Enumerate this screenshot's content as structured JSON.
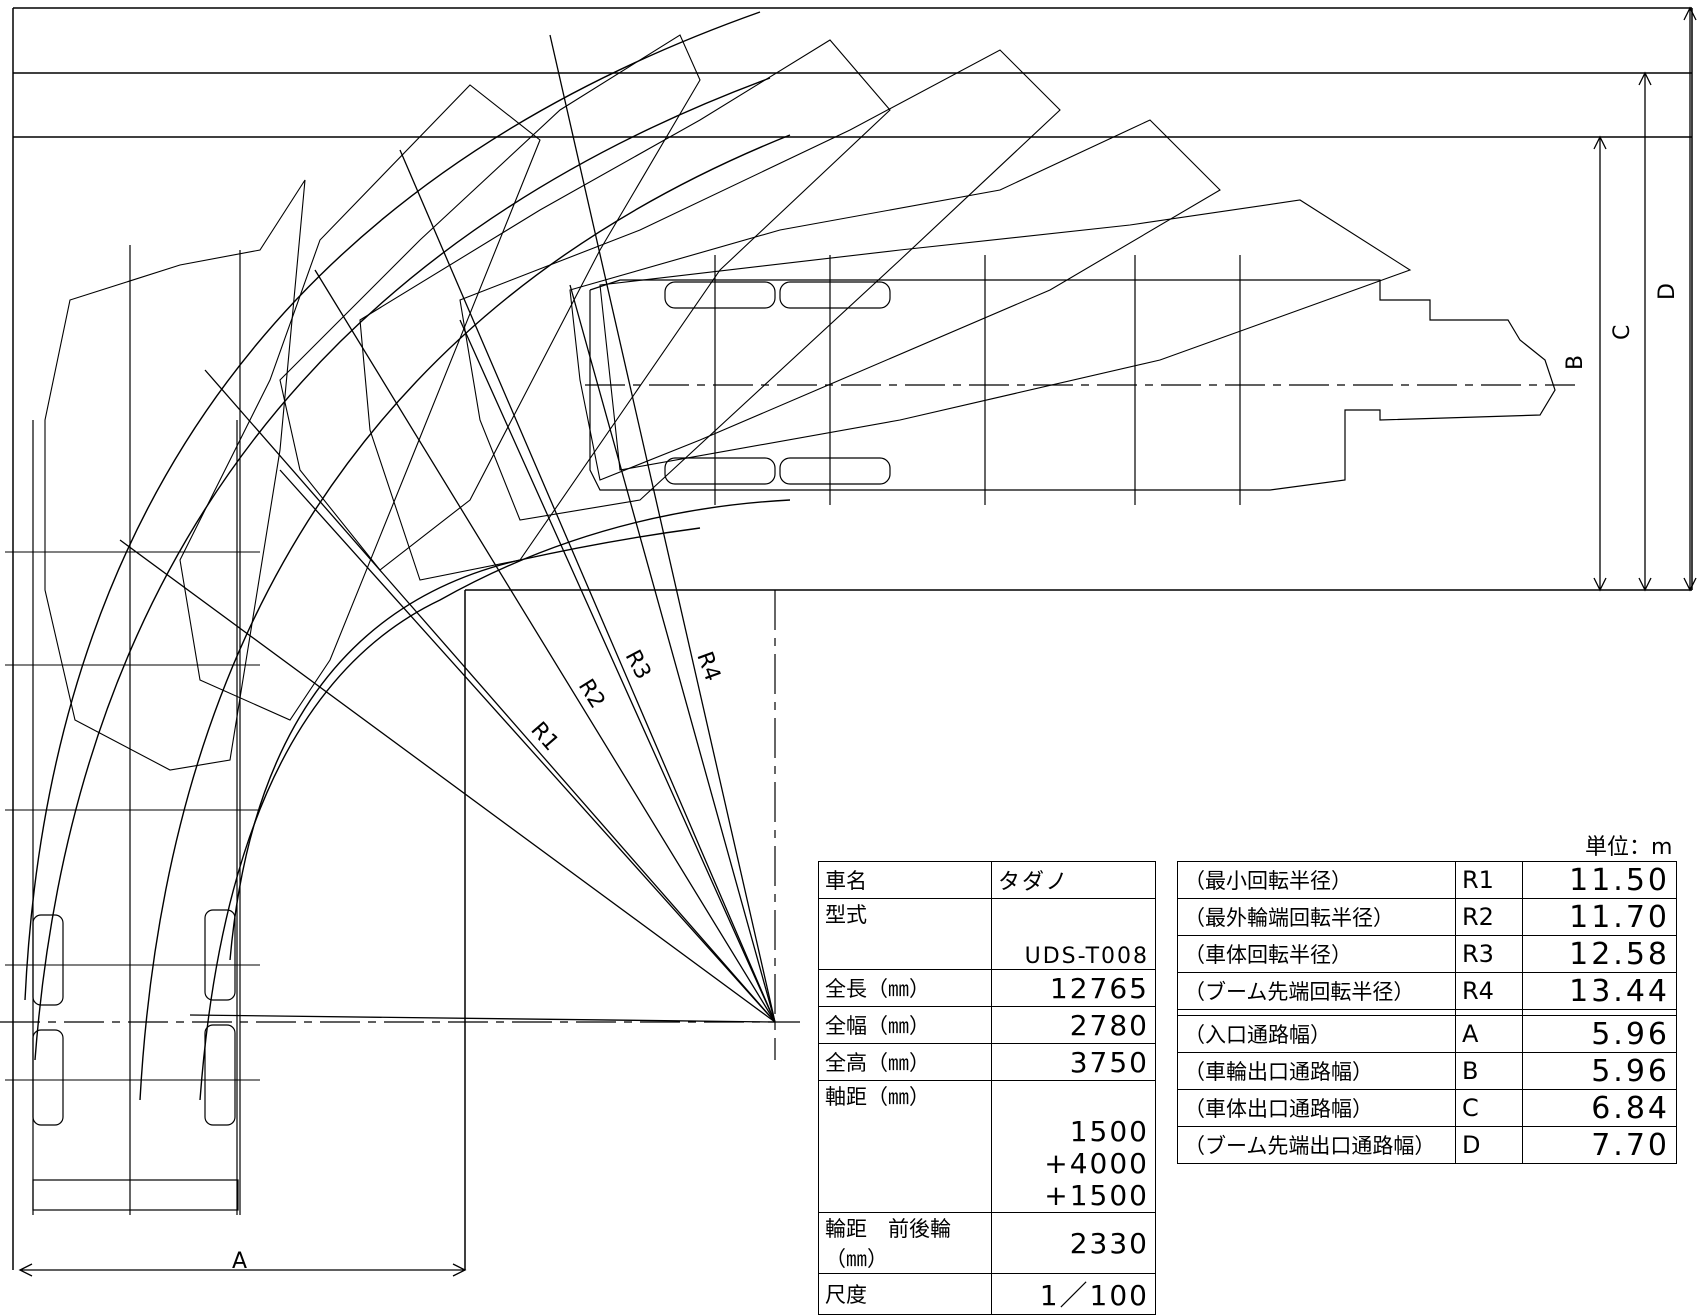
{
  "unit_label": "単位：m",
  "dimension_labels": {
    "A": "A",
    "B": "B",
    "C": "C",
    "D": "D"
  },
  "radius_labels": {
    "R1": "R1",
    "R2": "R2",
    "R3": "R3",
    "R4": "R4"
  },
  "vehicle_spec": {
    "name_label": "車名",
    "name_value": "タダノ",
    "model_label": "型式",
    "model_value": "UDS-T008",
    "length_label": "全長（㎜）",
    "length_value": "12765",
    "width_label": "全幅（㎜）",
    "width_value": "2780",
    "height_label": "全高（㎜）",
    "height_value": "3750",
    "wheelbase_label": "軸距（㎜）",
    "wheelbase_values": [
      "1500",
      "+4000",
      "+1500"
    ],
    "tread_label": "輪距　前後輪（㎜）",
    "tread_value": "2330",
    "scale_label": "尺度",
    "scale_value": "1／100"
  },
  "turning_spec": {
    "radii": [
      {
        "label": "（最小回転半径）",
        "symbol": "R1",
        "value": "11.50"
      },
      {
        "label": "（最外輪端回転半径）",
        "symbol": "R2",
        "value": "11.70"
      },
      {
        "label": "（車体回転半径）",
        "symbol": "R3",
        "value": "12.58"
      },
      {
        "label": "（ブーム先端回転半径）",
        "symbol": "R4",
        "value": "13.44"
      }
    ],
    "widths": [
      {
        "label": "（入口通路幅）",
        "symbol": "A",
        "value": "5.96"
      },
      {
        "label": "（車輪出口通路幅）",
        "symbol": "B",
        "value": "5.96"
      },
      {
        "label": "（車体出口通路幅）",
        "symbol": "C",
        "value": "6.84"
      },
      {
        "label": "（ブーム先端出口通路幅）",
        "symbol": "D",
        "value": "7.70"
      }
    ]
  }
}
